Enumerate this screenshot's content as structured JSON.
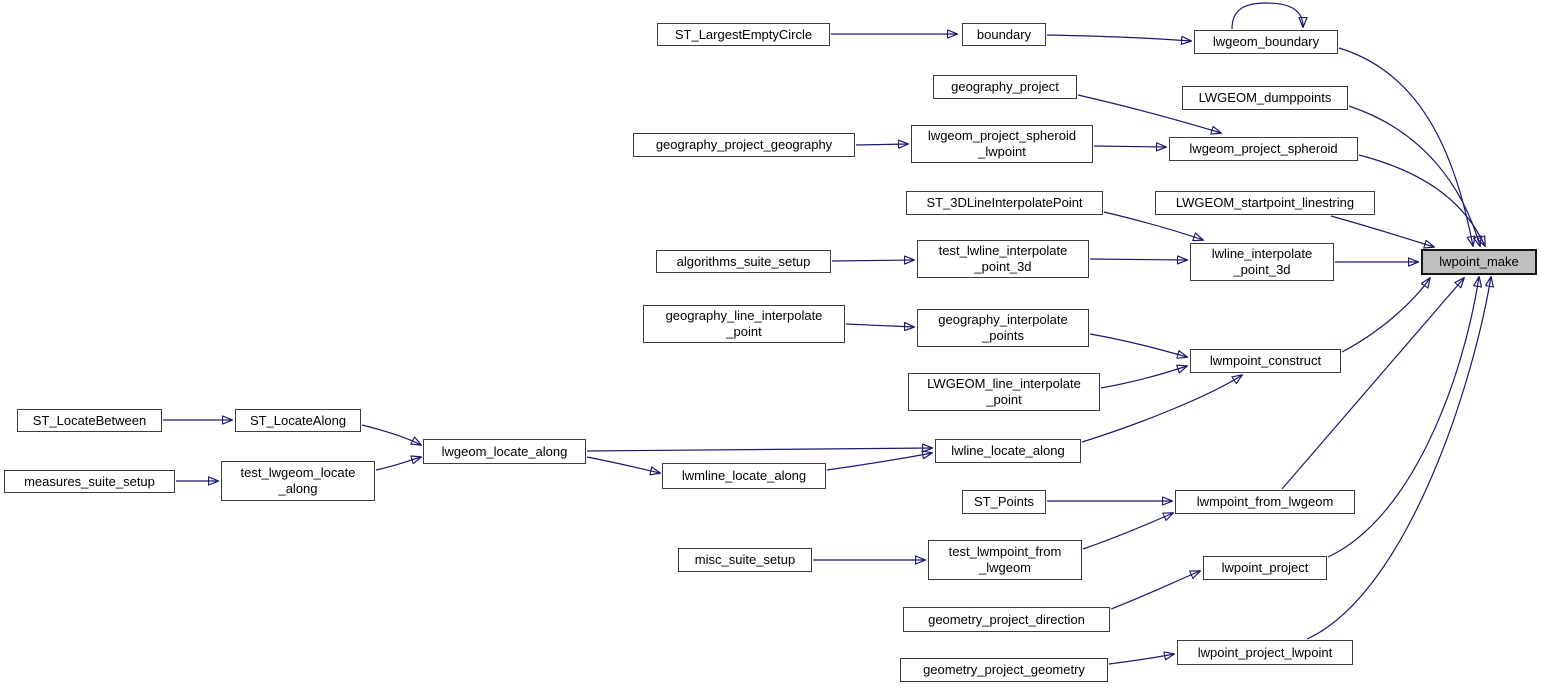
{
  "diagram": {
    "type": "call-graph",
    "target_function": "lwpoint_make",
    "colors": {
      "edge": "#191970",
      "node_fill": "#ffffff",
      "node_border": "#3b3b3b",
      "target_fill": "#bfbfbf",
      "text": "#000000"
    }
  },
  "nodes": {
    "ST_LargestEmptyCircle": "ST_LargestEmptyCircle",
    "boundary": "boundary",
    "lwgeom_boundary": "lwgeom_boundary",
    "geography_project": "geography_project",
    "LWGEOM_dumppoints": "LWGEOM_dumppoints",
    "geography_project_geography": "geography_project_geography",
    "lwgeom_project_spheroid_lwpoint": "lwgeom_project_spheroid\n_lwpoint",
    "lwgeom_project_spheroid": "lwgeom_project_spheroid",
    "ST_3DLineInterpolatePoint": "ST_3DLineInterpolatePoint",
    "LWGEOM_startpoint_linestring": "LWGEOM_startpoint_linestring",
    "algorithms_suite_setup": "algorithms_suite_setup",
    "test_lwline_interpolate_point_3d": "test_lwline_interpolate\n_point_3d",
    "lwline_interpolate_point_3d": "lwline_interpolate\n_point_3d",
    "lwpoint_make": "lwpoint_make",
    "geography_line_interpolate_point": "geography_line_interpolate\n_point",
    "geography_interpolate_points": "geography_interpolate\n_points",
    "lwmpoint_construct": "lwmpoint_construct",
    "LWGEOM_line_interpolate_point": "LWGEOM_line_interpolate\n_point",
    "ST_LocateBetween": "ST_LocateBetween",
    "ST_LocateAlong": "ST_LocateAlong",
    "lwgeom_locate_along": "lwgeom_locate_along",
    "lwline_locate_along": "lwline_locate_along",
    "measures_suite_setup": "measures_suite_setup",
    "test_lwgeom_locate_along": "test_lwgeom_locate\n_along",
    "lwmline_locate_along": "lwmline_locate_along",
    "ST_Points": "ST_Points",
    "lwmpoint_from_lwgeom": "lwmpoint_from_lwgeom",
    "misc_suite_setup": "misc_suite_setup",
    "test_lwmpoint_from_lwgeom": "test_lwmpoint_from\n_lwgeom",
    "lwpoint_project": "lwpoint_project",
    "geometry_project_direction": "geometry_project_direction",
    "geometry_project_geometry": "geometry_project_geometry",
    "lwpoint_project_lwpoint": "lwpoint_project_lwpoint"
  },
  "edges": [
    {
      "from": "ST_LargestEmptyCircle",
      "to": "boundary"
    },
    {
      "from": "boundary",
      "to": "lwgeom_boundary"
    },
    {
      "from": "lwgeom_boundary",
      "to": "lwgeom_boundary"
    },
    {
      "from": "lwgeom_boundary",
      "to": "lwpoint_make"
    },
    {
      "from": "geography_project",
      "to": "lwgeom_project_spheroid"
    },
    {
      "from": "LWGEOM_dumppoints",
      "to": "lwpoint_make"
    },
    {
      "from": "geography_project_geography",
      "to": "lwgeom_project_spheroid_lwpoint"
    },
    {
      "from": "lwgeom_project_spheroid_lwpoint",
      "to": "lwgeom_project_spheroid"
    },
    {
      "from": "lwgeom_project_spheroid",
      "to": "lwpoint_make"
    },
    {
      "from": "ST_3DLineInterpolatePoint",
      "to": "lwline_interpolate_point_3d"
    },
    {
      "from": "LWGEOM_startpoint_linestring",
      "to": "lwpoint_make"
    },
    {
      "from": "algorithms_suite_setup",
      "to": "test_lwline_interpolate_point_3d"
    },
    {
      "from": "test_lwline_interpolate_point_3d",
      "to": "lwline_interpolate_point_3d"
    },
    {
      "from": "lwline_interpolate_point_3d",
      "to": "lwpoint_make"
    },
    {
      "from": "geography_line_interpolate_point",
      "to": "geography_interpolate_points"
    },
    {
      "from": "geography_interpolate_points",
      "to": "lwmpoint_construct"
    },
    {
      "from": "LWGEOM_line_interpolate_point",
      "to": "lwmpoint_construct"
    },
    {
      "from": "lwmpoint_construct",
      "to": "lwpoint_make"
    },
    {
      "from": "ST_LocateBetween",
      "to": "ST_LocateAlong"
    },
    {
      "from": "ST_LocateAlong",
      "to": "lwgeom_locate_along"
    },
    {
      "from": "measures_suite_setup",
      "to": "test_lwgeom_locate_along"
    },
    {
      "from": "test_lwgeom_locate_along",
      "to": "lwgeom_locate_along"
    },
    {
      "from": "lwgeom_locate_along",
      "to": "lwline_locate_along"
    },
    {
      "from": "lwgeom_locate_along",
      "to": "lwmline_locate_along"
    },
    {
      "from": "lwmline_locate_along",
      "to": "lwline_locate_along"
    },
    {
      "from": "lwline_locate_along",
      "to": "lwmpoint_construct"
    },
    {
      "from": "ST_Points",
      "to": "lwmpoint_from_lwgeom"
    },
    {
      "from": "misc_suite_setup",
      "to": "test_lwmpoint_from_lwgeom"
    },
    {
      "from": "test_lwmpoint_from_lwgeom",
      "to": "lwmpoint_from_lwgeom"
    },
    {
      "from": "lwmpoint_from_lwgeom",
      "to": "lwpoint_make"
    },
    {
      "from": "geometry_project_direction",
      "to": "lwpoint_project"
    },
    {
      "from": "lwpoint_project",
      "to": "lwpoint_make"
    },
    {
      "from": "geometry_project_geometry",
      "to": "lwpoint_project_lwpoint"
    },
    {
      "from": "lwpoint_project_lwpoint",
      "to": "lwpoint_make"
    }
  ]
}
